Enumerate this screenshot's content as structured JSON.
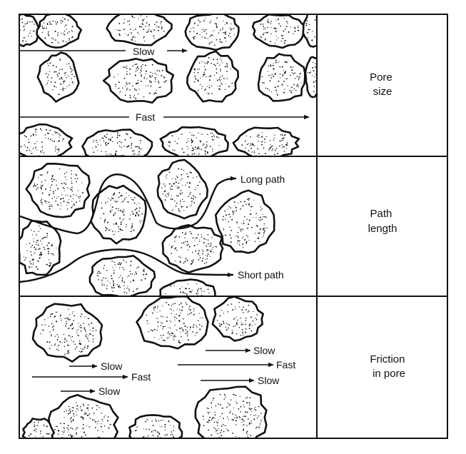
{
  "panels": [
    {
      "id": "pore-size",
      "side_label": [
        "Pore",
        "size"
      ],
      "flow_labels": [
        "Slow",
        "Fast"
      ]
    },
    {
      "id": "path-length",
      "side_label": [
        "Path",
        "length"
      ],
      "flow_labels": [
        "Long path",
        "Short path"
      ]
    },
    {
      "id": "friction",
      "side_label": [
        "Friction",
        "in pore"
      ],
      "flow_labels": [
        "Slow",
        "Fast",
        "Slow",
        "Slow",
        "Fast",
        "Slow"
      ]
    }
  ]
}
